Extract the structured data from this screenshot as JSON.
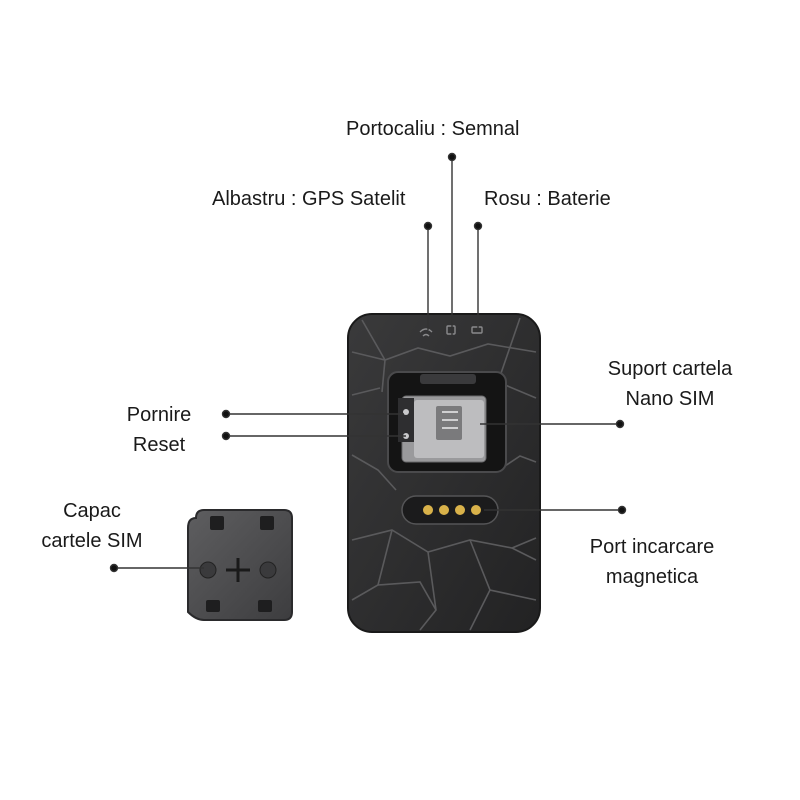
{
  "labels": {
    "semnal": "Portocaliu : Semnal",
    "gps": "Albastru : GPS Satelit",
    "baterie": "Rosu : Baterie",
    "suport_line1": "Suport cartela",
    "suport_line2": "Nano SIM",
    "pornire": "Pornire",
    "reset": "Reset",
    "capac_line1": "Capac",
    "capac_line2": "cartele SIM",
    "port_line1": "Port incarcare",
    "port_line2": "magnetica"
  },
  "colors": {
    "device_body": "#2b2b2c",
    "device_crack": "#5a5a5c",
    "pin_gold": "#d9b24a",
    "leader_line": "#333333",
    "text": "#1a1a1a"
  },
  "icons": [
    "wifi-signal-icon",
    "satellite-icon",
    "battery-icon",
    "plus-icon"
  ]
}
